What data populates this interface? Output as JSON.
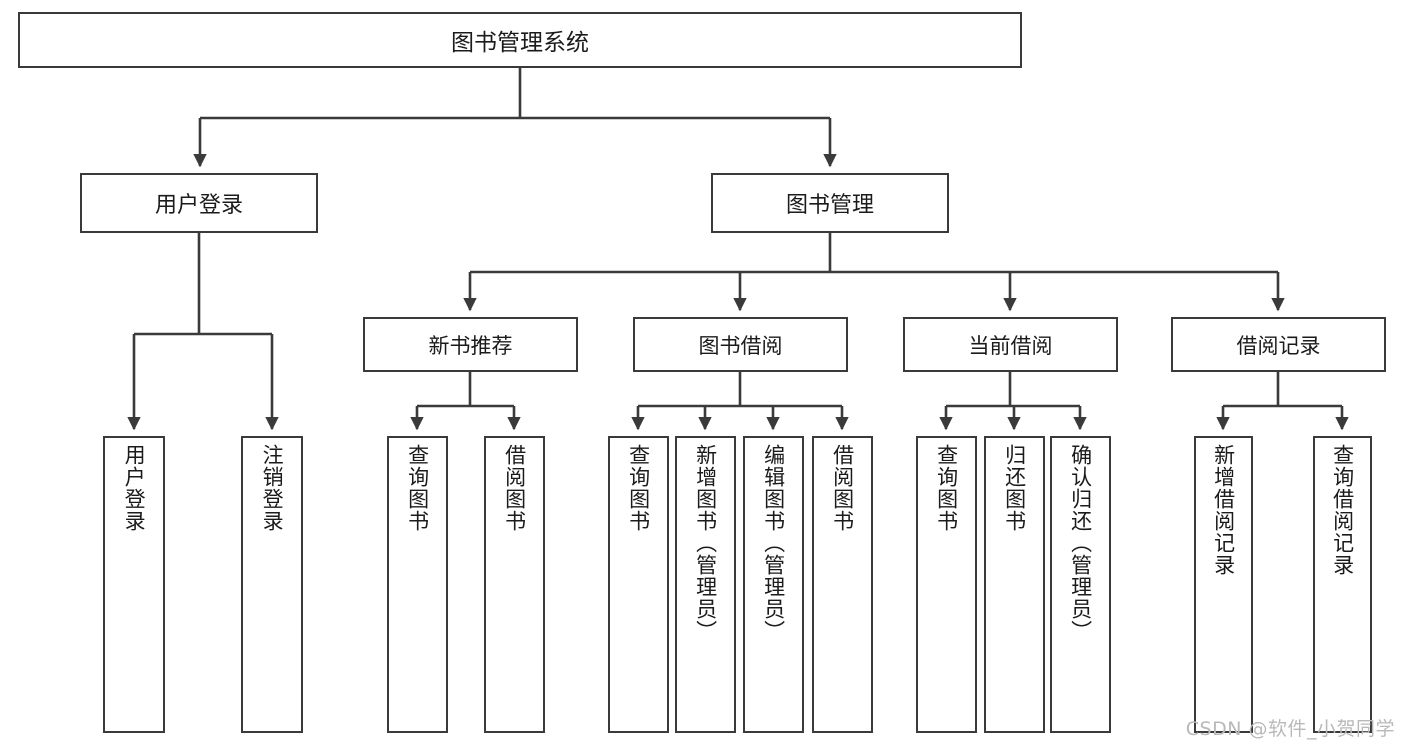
{
  "diagram": {
    "type": "tree-hierarchy",
    "title": "图书管理系统",
    "watermark": "CSDN @软件_小贺同学",
    "colors": {
      "box_border": "#3a3a3a",
      "box_fill": "#ffffff",
      "edge": "#3a3a3a",
      "text": "#1b1b1b",
      "watermark": "#b9b9b9"
    },
    "root": {
      "label": "图书管理系统"
    },
    "level1": [
      {
        "id": "user-login",
        "label": "用户登录"
      },
      {
        "id": "book-manage",
        "label": "图书管理"
      }
    ],
    "level2": [
      {
        "id": "new-book-recommend",
        "label": "新书推荐",
        "parent": "book-manage"
      },
      {
        "id": "book-borrow",
        "label": "图书借阅",
        "parent": "book-manage"
      },
      {
        "id": "current-borrow",
        "label": "当前借阅",
        "parent": "book-manage"
      },
      {
        "id": "borrow-record",
        "label": "借阅记录",
        "parent": "book-manage"
      }
    ],
    "leaves": [
      {
        "id": "leaf-user-login",
        "label": "用户登录",
        "parent": "user-login"
      },
      {
        "id": "leaf-logout-login",
        "label": "注销登录",
        "parent": "user-login"
      },
      {
        "id": "leaf-query-book-1",
        "label": "查询图书",
        "parent": "new-book-recommend"
      },
      {
        "id": "leaf-borrow-book-1",
        "label": "借阅图书",
        "parent": "new-book-recommend"
      },
      {
        "id": "leaf-query-book-2",
        "label": "查询图书",
        "parent": "book-borrow"
      },
      {
        "id": "leaf-add-book",
        "label": "新增图书（管理员）",
        "parent": "book-borrow"
      },
      {
        "id": "leaf-edit-book",
        "label": "编辑图书（管理员）",
        "parent": "book-borrow"
      },
      {
        "id": "leaf-borrow-book-2",
        "label": "借阅图书",
        "parent": "book-borrow"
      },
      {
        "id": "leaf-query-book-3",
        "label": "查询图书",
        "parent": "current-borrow"
      },
      {
        "id": "leaf-return-book",
        "label": "归还图书",
        "parent": "current-borrow"
      },
      {
        "id": "leaf-confirm-return",
        "label": "确认归还（管理员）",
        "parent": "current-borrow"
      },
      {
        "id": "leaf-add-record",
        "label": "新增借阅记录",
        "parent": "borrow-record"
      },
      {
        "id": "leaf-query-record",
        "label": "查询借阅记录",
        "parent": "borrow-record"
      }
    ]
  }
}
